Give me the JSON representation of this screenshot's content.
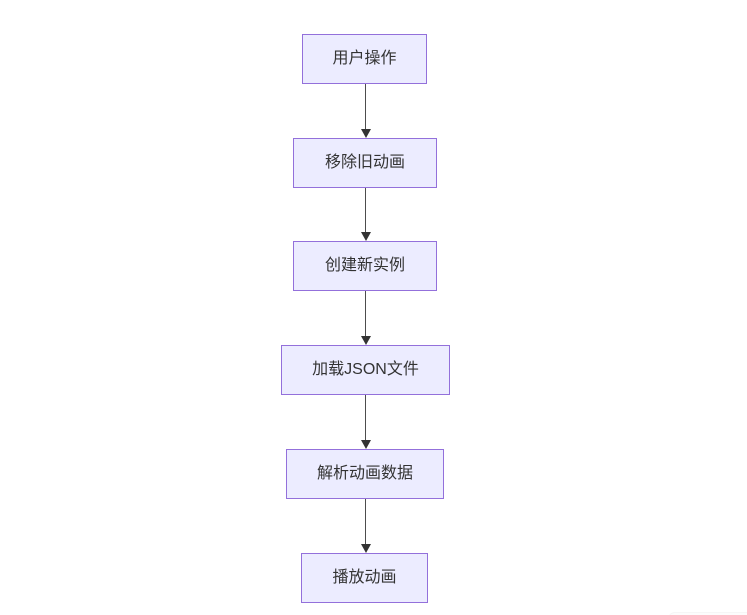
{
  "flowchart": {
    "direction": "top-down",
    "nodes": [
      {
        "id": "A",
        "label": "用户操作"
      },
      {
        "id": "B",
        "label": "移除旧动画"
      },
      {
        "id": "C",
        "label": "创建新实例"
      },
      {
        "id": "D",
        "label": "加载JSON文件"
      },
      {
        "id": "E",
        "label": "解析动画数据"
      },
      {
        "id": "F",
        "label": "播放动画"
      }
    ],
    "edges": [
      {
        "from": "A",
        "to": "B"
      },
      {
        "from": "B",
        "to": "C"
      },
      {
        "from": "C",
        "to": "D"
      },
      {
        "from": "D",
        "to": "E"
      },
      {
        "from": "E",
        "to": "F"
      }
    ],
    "colors": {
      "node_fill": "#ECECFF",
      "node_border": "#9370DB",
      "node_text": "#333333",
      "edge_line": "#4d4d4d",
      "arrowhead": "#333333",
      "background": "#ffffff"
    }
  }
}
